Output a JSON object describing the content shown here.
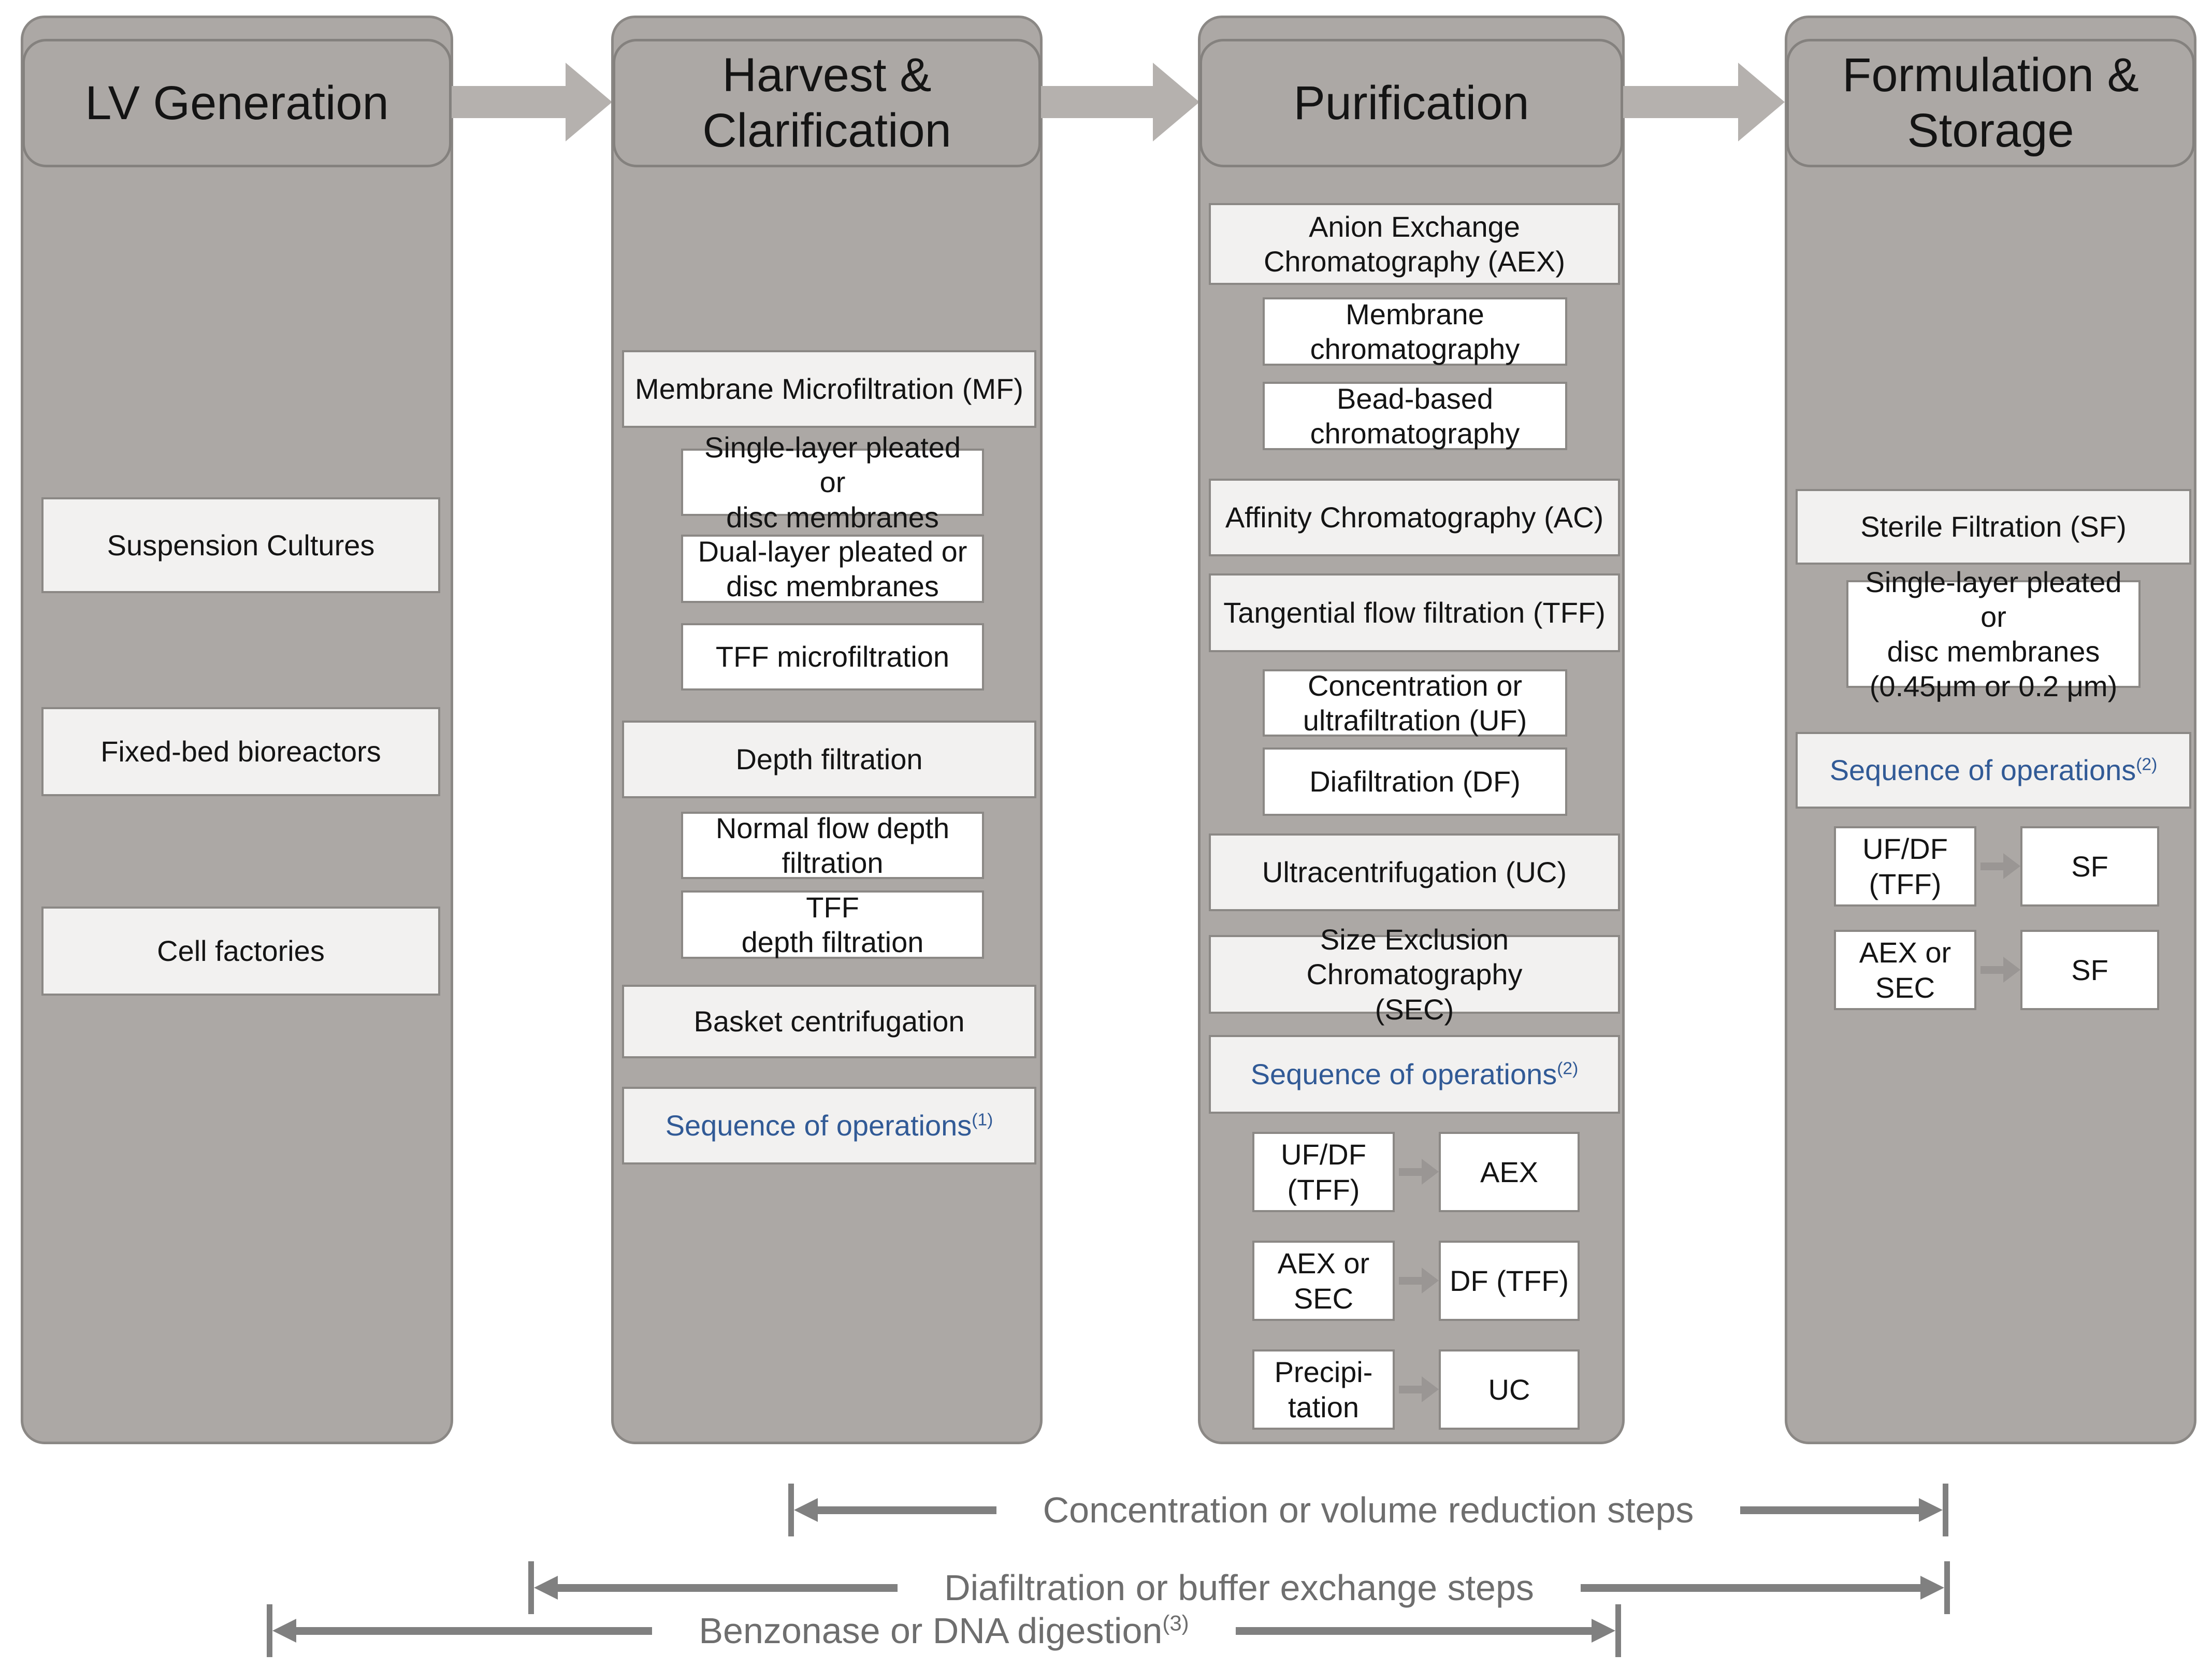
{
  "colors": {
    "column_fill": "#ACA8A5",
    "column_border": "#8B8885",
    "box_light_fill": "#F2F1F0",
    "box_white_fill": "#FFFFFF",
    "accent_blue": "#315A96",
    "connector_gray": "#B5B1AE",
    "annotation_gray": "#808080"
  },
  "columns": {
    "lv": {
      "title": "LV Generation",
      "suspension": "Suspension Cultures",
      "fixed_bed": "Fixed-bed bioreactors",
      "cell_factories": "Cell factories"
    },
    "harvest": {
      "title": "Harvest & Clarification",
      "mf": "Membrane Microfiltration (MF)",
      "single_layer": "Single-layer pleated or\ndisc membranes",
      "dual_layer": "Dual-layer pleated or\ndisc membranes",
      "tff_micro": "TFF microfiltration",
      "depth": "Depth filtration",
      "normal_flow": "Normal flow depth\nfiltration",
      "tff_depth": "TFF\ndepth filtration",
      "basket": "Basket centrifugation",
      "sequence_label": "Sequence of operations",
      "sequence_sup": "(1)"
    },
    "purification": {
      "title": "Purification",
      "aex": "Anion Exchange\nChromatography (AEX)",
      "membrane_chrom": "Membrane\nchromatography",
      "bead_chrom": "Bead-based\nchromatography",
      "affinity": "Affinity Chromatography (AC)",
      "tff": "Tangential flow filtration (TFF)",
      "concentration": "Concentration or\nultrafiltration (UF)",
      "diafiltration": "Diafiltration (DF)",
      "ultracentrifugation": "Ultracentrifugation (UC)",
      "sec": "Size Exclusion Chromatography\n(SEC)",
      "sequence_label": "Sequence of operations",
      "sequence_sup": "(2)",
      "seq1_from": "UF/DF\n(TFF)",
      "seq1_to": "AEX",
      "seq2_from": "AEX or\nSEC",
      "seq2_to": "DF (TFF)",
      "seq3_from": "Precipi-\ntation",
      "seq3_to": "UC"
    },
    "formulation": {
      "title": "Formulation & Storage",
      "sterile": "Sterile Filtration (SF)",
      "membranes": "Single-layer pleated or\ndisc membranes\n(0.45μm or 0.2 μm)",
      "sequence_label": "Sequence of operations",
      "sequence_sup": "(2)",
      "seq1_from": "UF/DF\n(TFF)",
      "seq1_to": "SF",
      "seq2_from": "AEX or\nSEC",
      "seq2_to": "SF"
    }
  },
  "footer": {
    "concentration_line": "Concentration or volume reduction steps",
    "diafiltration_line": "Diafiltration or buffer exchange steps",
    "benzonase_label": "Benzonase or DNA digestion",
    "benzonase_sup": "(3)"
  }
}
